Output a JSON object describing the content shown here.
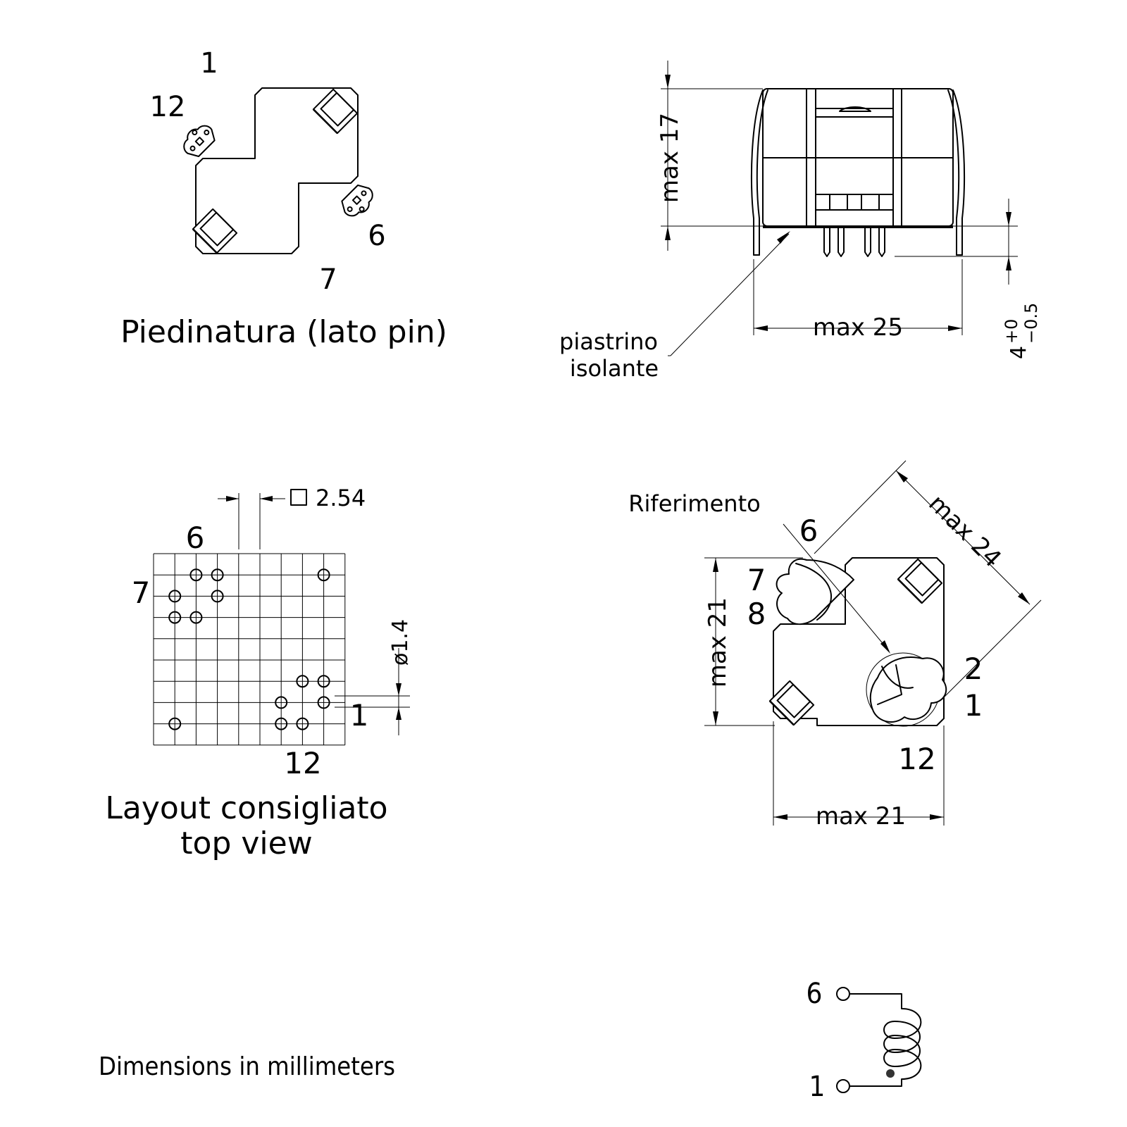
{
  "pinout_view": {
    "title": "Piedinatura (lato pin)",
    "pin_1": "1",
    "pin_12": "12",
    "pin_6": "6",
    "pin_7": "7"
  },
  "side_view": {
    "height_label": "max 17",
    "width_label": "max 25",
    "pin_length_label": "4",
    "tol_plus": "+0",
    "tol_minus": "−0.5",
    "pad_label_line1": "piastrino",
    "pad_label_line2": "isolante"
  },
  "layout_view": {
    "title_line1": "Layout consigliato",
    "title_line2": "top view",
    "grid_label": "2.54",
    "hole_label": "ø1.4",
    "pin_6": "6",
    "pin_7": "7",
    "pin_1": "1",
    "pin_12": "12"
  },
  "top_view": {
    "reference_label": "Riferimento",
    "diagonal_label": "max 24",
    "height_label": "max 21",
    "width_label": "max 21",
    "pin_6": "6",
    "pin_7": "7",
    "pin_8": "8",
    "pin_2": "2",
    "pin_1": "1",
    "pin_12": "12"
  },
  "schematic": {
    "pin_top": "6",
    "pin_bottom": "1"
  },
  "footer": "Dimensions in millimeters"
}
